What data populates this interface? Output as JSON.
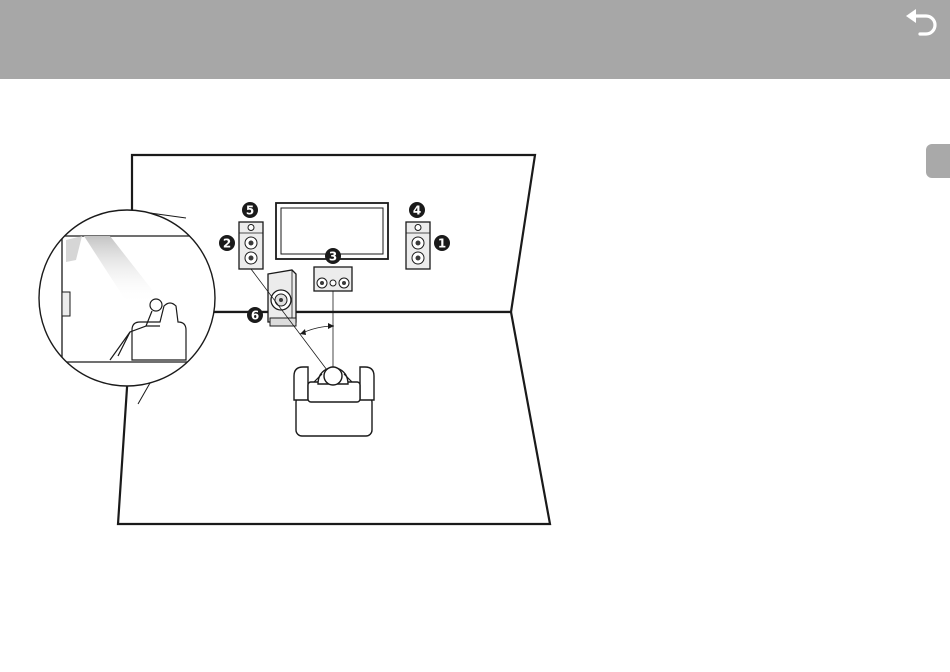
{
  "header": {
    "back_icon": "undo-arrow-icon"
  },
  "side_tab": {
    "label": ""
  },
  "diagram": {
    "labels": {
      "front_right": "1",
      "front_left": "2",
      "center": "3",
      "height_right": "4",
      "height_left": "5",
      "subwoofer": "6"
    }
  },
  "colors": {
    "header_bg": "#a7a7a7",
    "side_tab_bg": "#a9a9a9",
    "line": "#1a1a1a",
    "speaker_fill": "#e9e9e9",
    "beam": "#cfcfcf"
  }
}
